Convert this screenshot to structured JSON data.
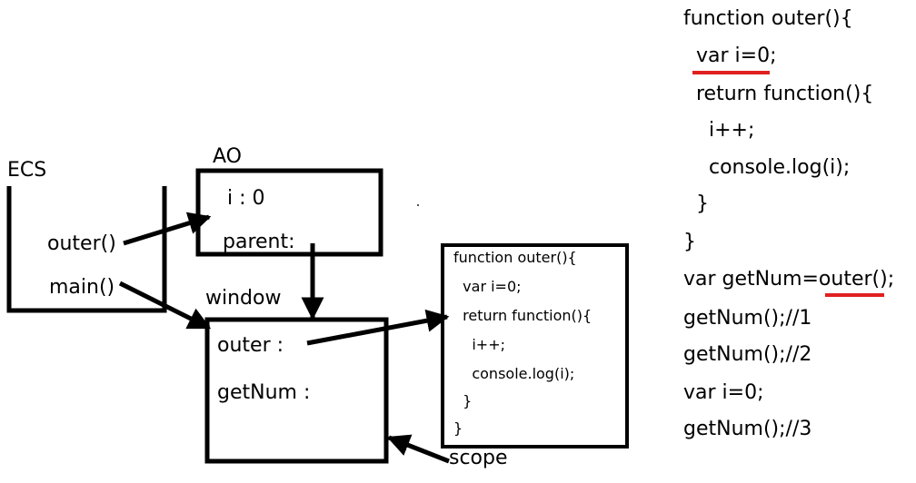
{
  "labels": {
    "ecs": "ECS",
    "ao": "AO",
    "window": "window",
    "scope": "scope"
  },
  "ecs_stack": [
    "outer()",
    "main()"
  ],
  "ao_box": [
    "i : 0",
    "parent:"
  ],
  "window_box": [
    "outer :",
    "getNum :"
  ],
  "function_box_code": [
    "function outer(){",
    "  var i=0;",
    "  return function(){",
    "    i++;",
    "    console.log(i);",
    "  }",
    "}"
  ],
  "source_code": [
    "function outer(){",
    "  var i=0;",
    "  return function(){",
    "    i++;",
    "    console.log(i);",
    "  }",
    "}",
    "var getNum=outer();",
    "getNum();//1",
    "getNum();//2",
    "var i=0;",
    "getNum();//3"
  ],
  "underline_color": "#e02020"
}
